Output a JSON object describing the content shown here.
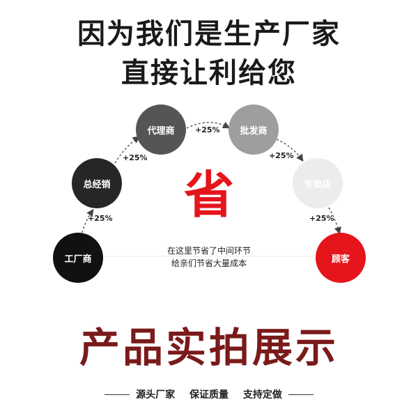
{
  "headline": {
    "line1": "因为我们是生产厂家",
    "line2": "直接让利给您"
  },
  "flow": {
    "nodes": [
      {
        "label": "工厂商",
        "color": "#111111"
      },
      {
        "label": "总经销",
        "color": "#262626"
      },
      {
        "label": "代理商",
        "color": "#555555"
      },
      {
        "label": "批发商",
        "color": "#9e9e9e"
      },
      {
        "label": "专卖店",
        "color": "#ececec"
      },
      {
        "label": "顾客",
        "color": "#e6141b"
      }
    ],
    "markups": [
      "+25%",
      "+25%",
      "+25%",
      "+25%",
      "+25%"
    ],
    "save_char": "省",
    "note_line1": "在这里节省了中间环节",
    "note_line2": "给亲们节省大量成本"
  },
  "showcase_title": "产品实拍展示",
  "tagline": {
    "item1": "源头厂家",
    "item2": "保证质量",
    "item3": "支持定做"
  }
}
